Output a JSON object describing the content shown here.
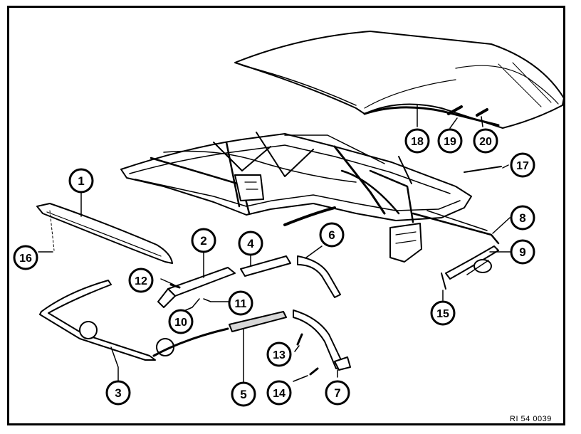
{
  "diagram": {
    "reference_code": "RI 54 0039",
    "callouts": [
      "1",
      "2",
      "3",
      "4",
      "5",
      "6",
      "7",
      "8",
      "9",
      "10",
      "11",
      "12",
      "13",
      "14",
      "15",
      "16",
      "17",
      "18",
      "19",
      "20"
    ]
  },
  "colors": {
    "ink": "#000000",
    "paper": "#ffffff",
    "shade": "#d8d8d8"
  }
}
